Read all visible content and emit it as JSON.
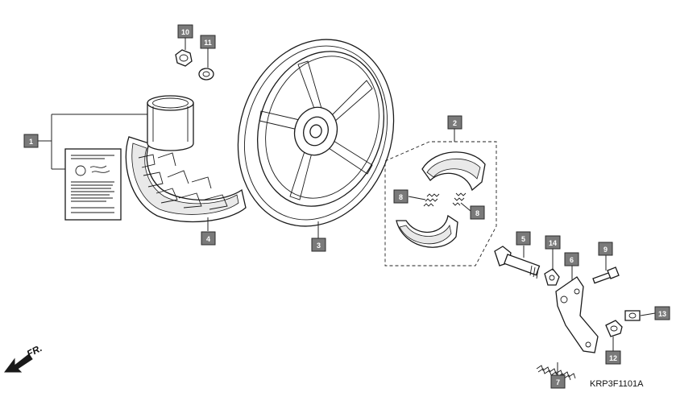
{
  "diagram_code": "KRP3F1101A",
  "direction_label": "FR.",
  "callouts": [
    {
      "id": "c1",
      "label": "1"
    },
    {
      "id": "c2",
      "label": "2"
    },
    {
      "id": "c3",
      "label": "3"
    },
    {
      "id": "c4",
      "label": "4"
    },
    {
      "id": "c5",
      "label": "5"
    },
    {
      "id": "c6",
      "label": "6"
    },
    {
      "id": "c7",
      "label": "7"
    },
    {
      "id": "c8a",
      "label": "8"
    },
    {
      "id": "c8b",
      "label": "8"
    },
    {
      "id": "c9",
      "label": "9"
    },
    {
      "id": "c10",
      "label": "10"
    },
    {
      "id": "c11",
      "label": "11"
    },
    {
      "id": "c12",
      "label": "12"
    },
    {
      "id": "c13",
      "label": "13"
    },
    {
      "id": "c14",
      "label": "14"
    }
  ],
  "colors": {
    "callout_fill": "#7a7a7a",
    "ink": "#1a1a1a",
    "background": "#ffffff"
  }
}
